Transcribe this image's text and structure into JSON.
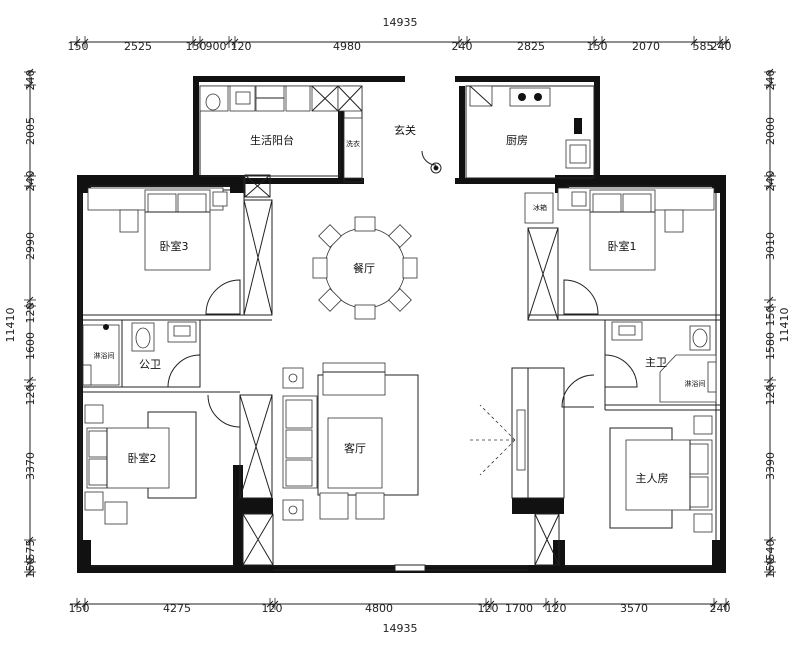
{
  "dimensions": {
    "total_top": "14935",
    "total_bottom": "14935",
    "top": [
      "150",
      "2525",
      "150",
      "900",
      "120",
      "4980",
      "240",
      "2825",
      "150",
      "2070",
      "585",
      "240"
    ],
    "bottom": [
      "150",
      "4275",
      "120",
      "4800",
      "120",
      "1700",
      "120",
      "3570",
      "240"
    ],
    "left_total": "11410",
    "right_total": "11410",
    "left": [
      "240",
      "2005",
      "240",
      "2990",
      "120",
      "1600",
      "120",
      "3370",
      "575",
      "150"
    ],
    "right": [
      "240",
      "2000",
      "240",
      "3010",
      "150",
      "1580",
      "120",
      "3390",
      "540",
      "150"
    ]
  },
  "rooms": {
    "balcony": "生活阳台",
    "laundry": "洗衣",
    "entrance": "玄关",
    "kitchen": "厨房",
    "fridge": "冰箱",
    "bedroom3": "卧室3",
    "dining": "餐厅",
    "bedroom1": "卧室1",
    "public_bath": "公卫",
    "shower_left": "淋浴间",
    "master_bath": "主卫",
    "shower_right": "淋浴间",
    "bedroom2": "卧室2",
    "living": "客厅",
    "master_bedroom": "主人房"
  },
  "colors": {
    "wall": "#111111",
    "line": "#222222"
  }
}
